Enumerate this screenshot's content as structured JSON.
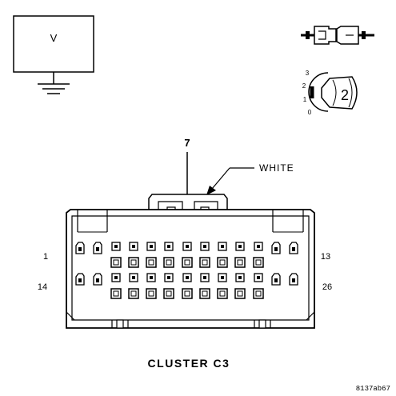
{
  "meter": {
    "symbol": "V"
  },
  "ignition": {
    "positions": [
      "3",
      "2",
      "1",
      "0"
    ],
    "key_number": "2"
  },
  "pin_callout": {
    "pin": "7"
  },
  "connector": {
    "color": "WHITE",
    "pin_left_top": "1",
    "pin_right_top": "13",
    "pin_left_bottom": "14",
    "pin_right_bottom": "26",
    "name": "CLUSTER C3"
  },
  "figure_id": "8137ab67"
}
